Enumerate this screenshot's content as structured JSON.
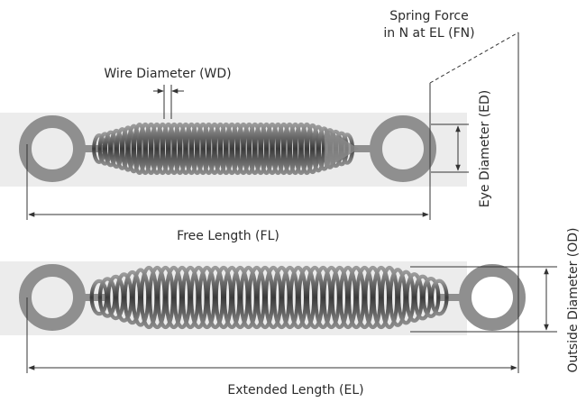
{
  "labels": {
    "spring_force_line1": "Spring Force",
    "spring_force_line2": "in N at EL (FN)",
    "wire_diameter": "Wire Diameter (WD)",
    "free_length": "Free Length (FL)",
    "extended_length": "Extended Length (EL)",
    "eye_diameter": "Eye Diameter (ED)",
    "outside_diameter": "Outside Diameter (OD)"
  },
  "colors": {
    "band": "#ececec",
    "eye_ring": "#8f8f8f",
    "coil_dark": "#3c3c3c",
    "coil_light": "#a8a8a8",
    "dimension": "#333333",
    "text": "#2b2b2b"
  }
}
